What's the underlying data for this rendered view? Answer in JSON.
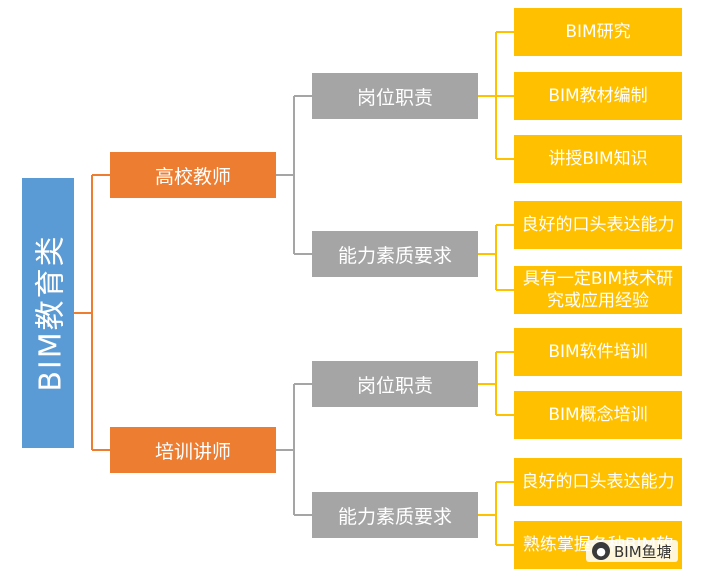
{
  "root": {
    "label": "BIM教育类"
  },
  "branches": [
    {
      "label": "高校教师",
      "groups": [
        {
          "label": "岗位职责",
          "items": [
            "BIM研究",
            "BIM教材编制",
            "讲授BIM知识"
          ]
        },
        {
          "label": "能力素质要求",
          "items": [
            "良好的口头表达能力",
            "具有一定BIM技术研究或应用经验"
          ]
        }
      ]
    },
    {
      "label": "培训讲师",
      "groups": [
        {
          "label": "岗位职责",
          "items": [
            "BIM软件培训",
            "BIM概念培训"
          ]
        },
        {
          "label": "能力素质要求",
          "items": [
            "良好的口头表达能力",
            "熟练掌握各种BIM软"
          ]
        }
      ]
    }
  ],
  "watermark": {
    "text": "BIM鱼塘",
    "icon": "wechat-logo-icon"
  },
  "colors": {
    "root": "#5b9bd5",
    "branch": "#ed7d31",
    "group": "#a5a5a5",
    "leaf": "#ffc000",
    "connector_orange": "#ed7d31",
    "connector_gray": "#a5a5a5",
    "connector_yellow": "#ffc000"
  }
}
